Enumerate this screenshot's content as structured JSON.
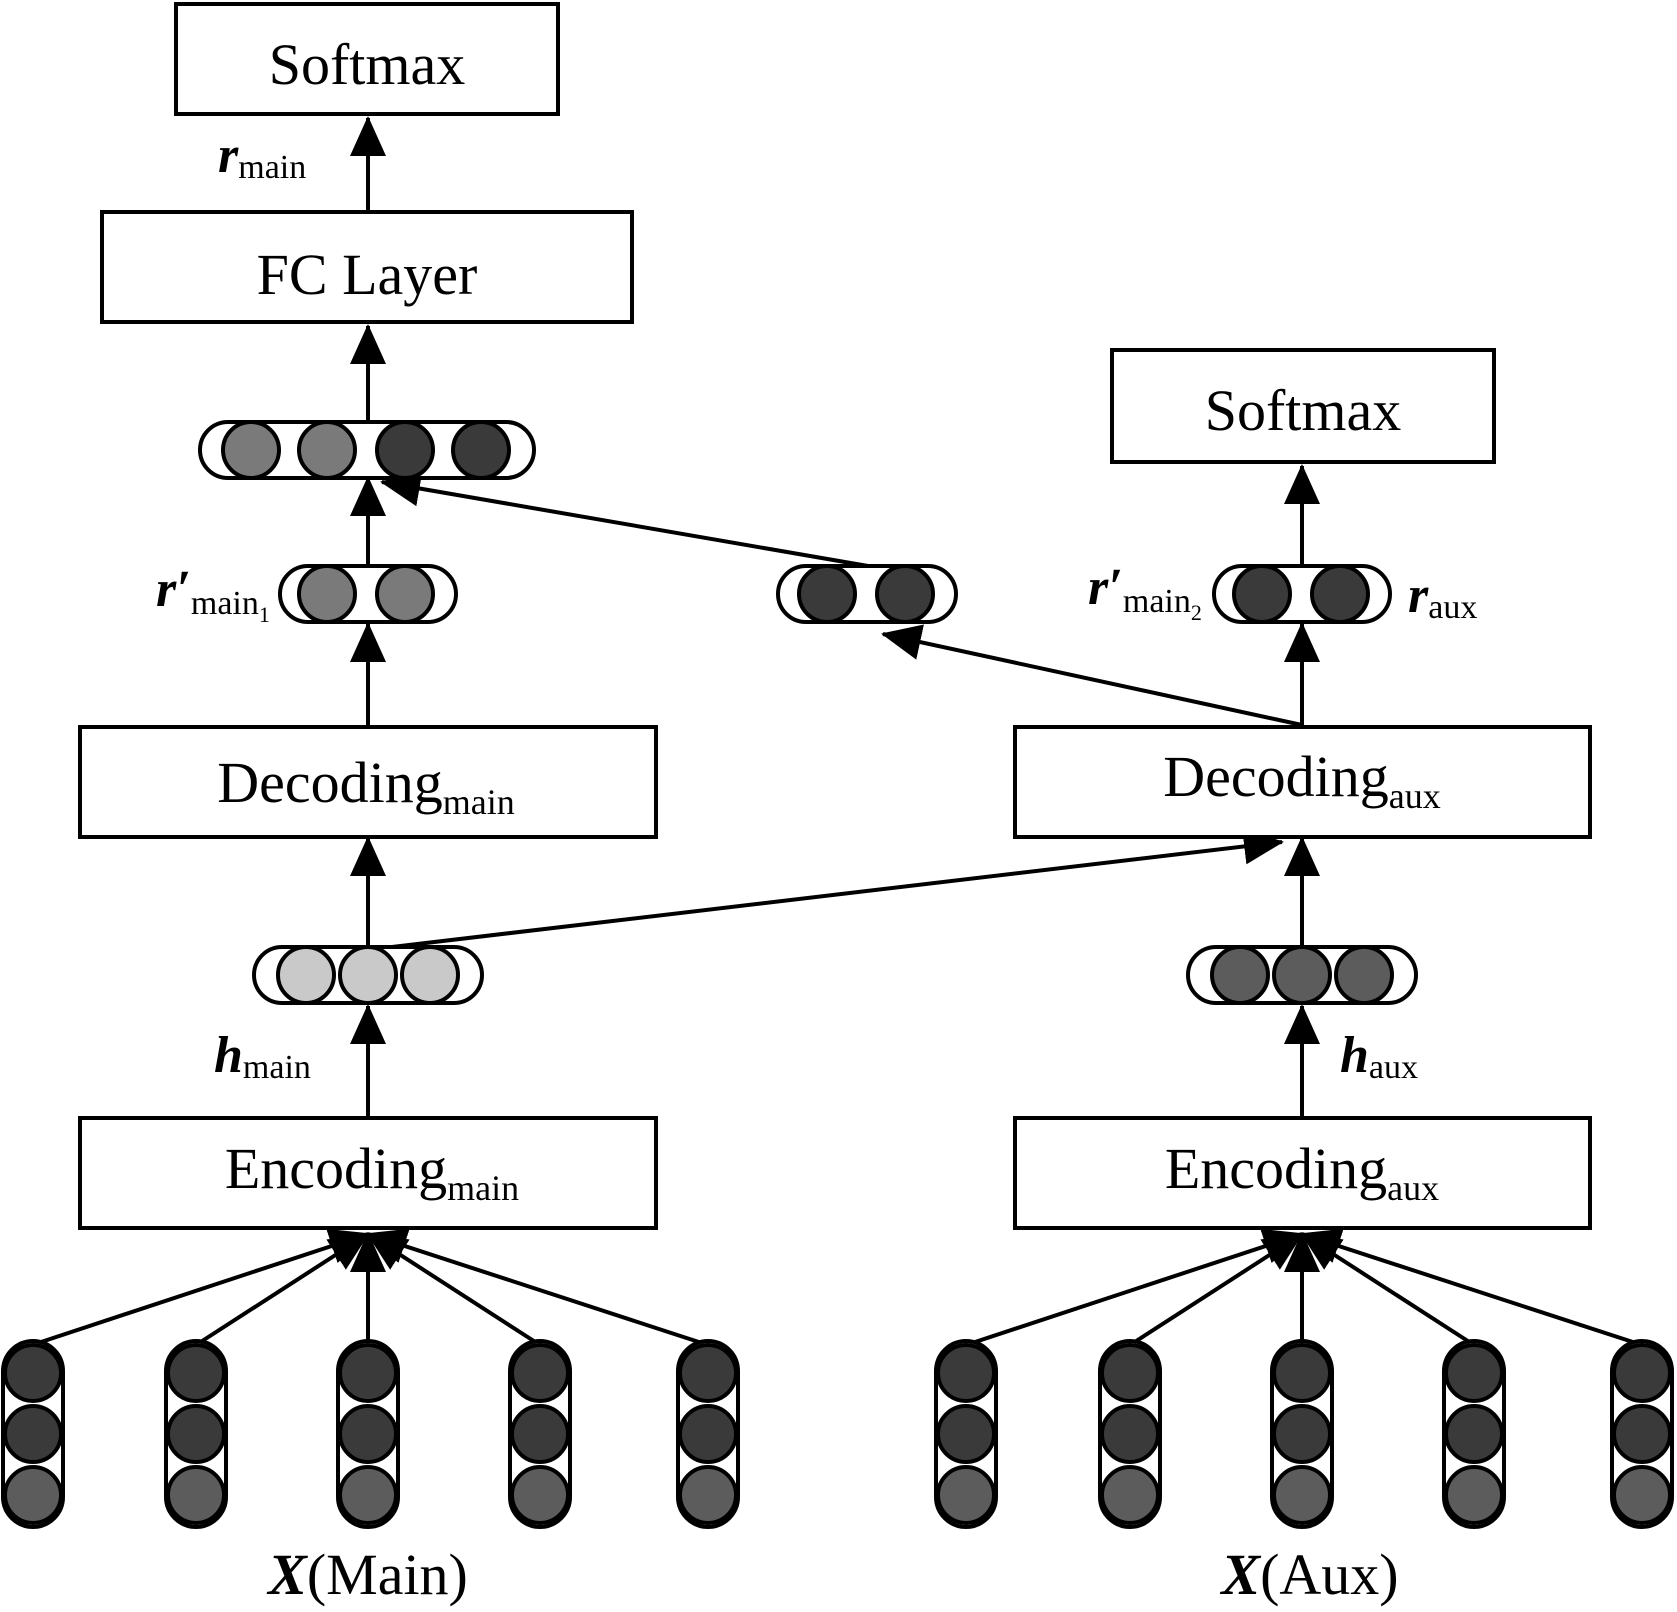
{
  "colors": {
    "node_dark": "#3a3a3a",
    "node_mid": "#5c5c5c",
    "node_gray": "#7a7a7a",
    "node_light": "#c9c9c9"
  },
  "boxes": {
    "softmax_main": "Softmax",
    "fc_layer": "FC Layer",
    "softmax_aux": "Softmax",
    "decoding_main": {
      "base": "Decoding",
      "sub": "main"
    },
    "decoding_aux": {
      "base": "Decoding",
      "sub": "aux"
    },
    "encoding_main": {
      "base": "Encoding",
      "sub": "main"
    },
    "encoding_aux": {
      "base": "Encoding",
      "sub": "aux"
    }
  },
  "vectors": {
    "r_main": {
      "sym": "r",
      "sub": "main"
    },
    "r_prime_main1": {
      "sym": "r′",
      "sub": "main",
      "subsub": "1"
    },
    "r_prime_main2": {
      "sym": "r′",
      "sub": "main",
      "subsub": "2"
    },
    "r_aux": {
      "sym": "r",
      "sub": "aux"
    },
    "h_main": {
      "sym": "h",
      "sub": "main"
    },
    "h_aux": {
      "sym": "h",
      "sub": "aux"
    }
  },
  "inputs": {
    "main": {
      "sym": "X",
      "rest": "(Main)"
    },
    "aux": {
      "sym": "X",
      "rest": "(Aux)"
    }
  }
}
